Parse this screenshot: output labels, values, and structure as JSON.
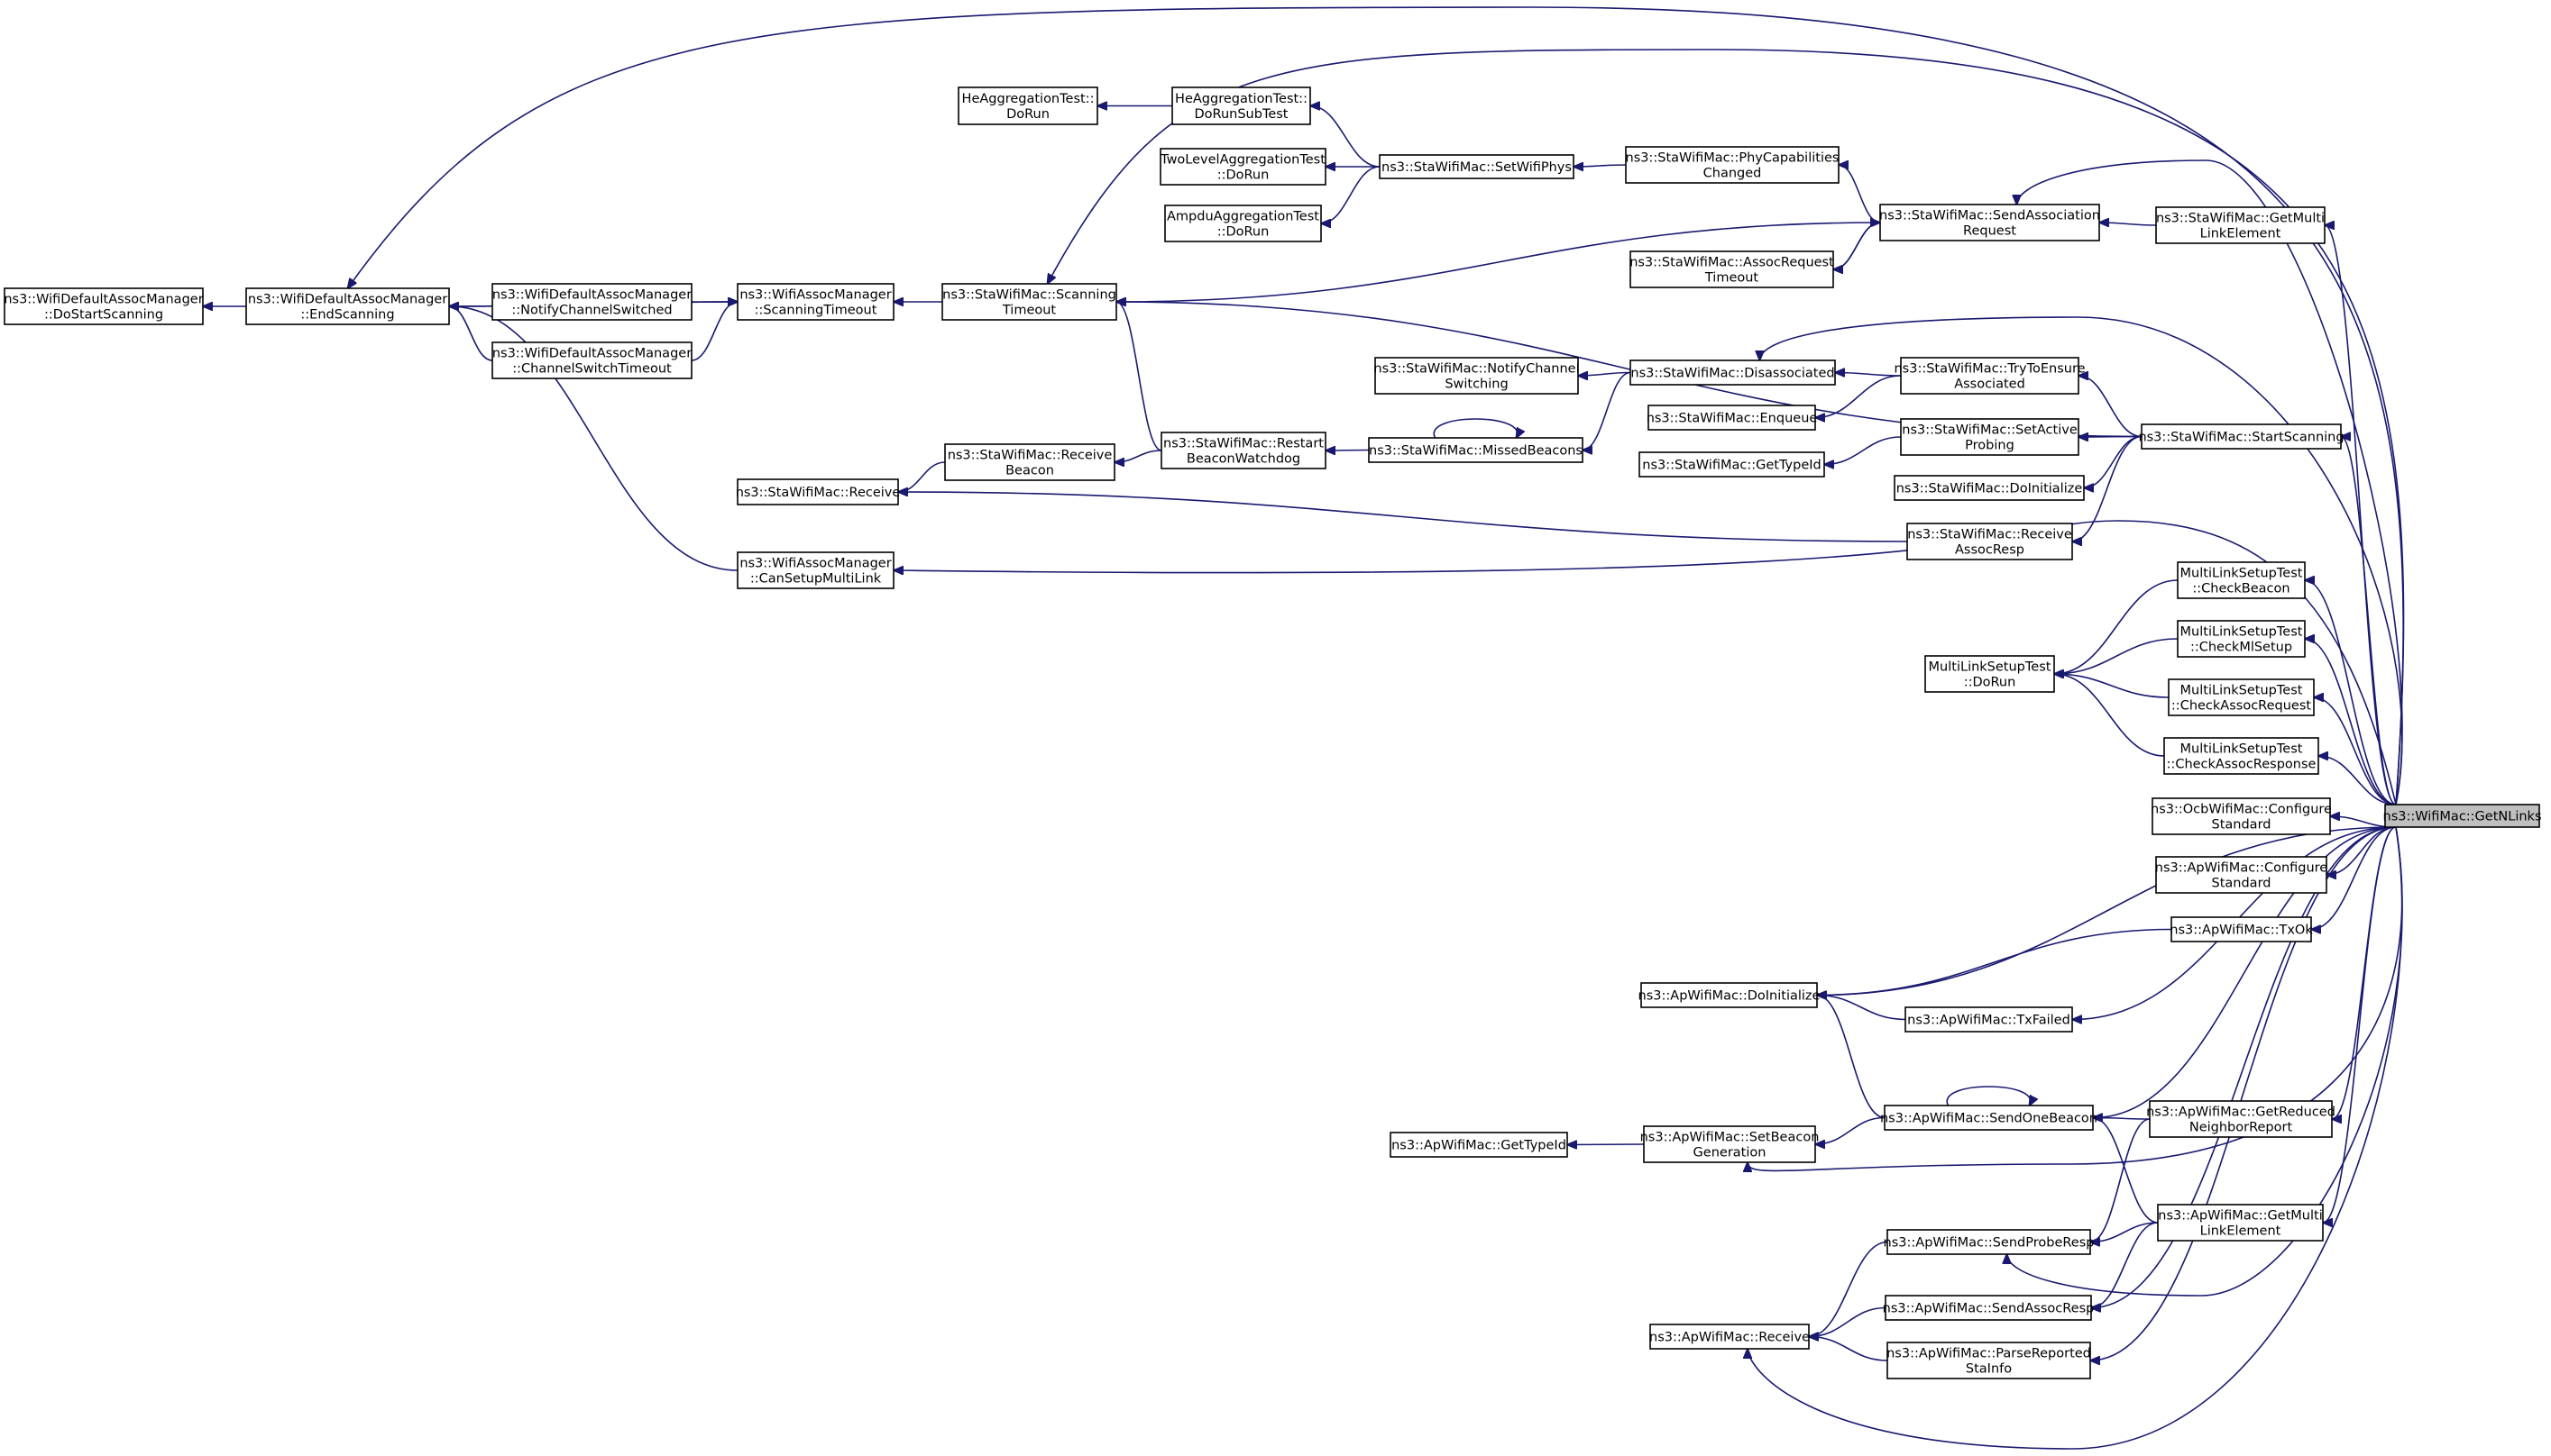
{
  "diagram": {
    "type": "doxygen-caller-graph",
    "edge_color": "#191970",
    "target_fill": "#bfbfbf",
    "nodes": [
      {
        "id": "getnlinks",
        "lines": [
          "ns3::WifiMac::GetNLinks"
        ],
        "target": true
      },
      {
        "id": "dostartscanning",
        "lines": [
          "ns3::WifiDefaultAssocManager",
          "::DoStartScanning"
        ]
      },
      {
        "id": "endscanning",
        "lines": [
          "ns3::WifiDefaultAssocManager",
          "::EndScanning"
        ]
      },
      {
        "id": "notifychannelswitched",
        "lines": [
          "ns3::WifiDefaultAssocManager",
          "::NotifyChannelSwitched"
        ]
      },
      {
        "id": "channelswitchtimeout",
        "lines": [
          "ns3::WifiDefaultAssocManager",
          "::ChannelSwitchTimeout"
        ]
      },
      {
        "id": "scanningtimeoutmgr",
        "lines": [
          "ns3::WifiAssocManager",
          "::ScanningTimeout"
        ]
      },
      {
        "id": "stareceive",
        "lines": [
          "ns3::StaWifiMac::Receive"
        ]
      },
      {
        "id": "cansetupmultilink",
        "lines": [
          "ns3::WifiAssocManager",
          "::CanSetupMultiLink"
        ]
      },
      {
        "id": "hedorun",
        "lines": [
          "HeAggregationTest::",
          "DoRun"
        ]
      },
      {
        "id": "hedorunsubtest",
        "lines": [
          "HeAggregationTest::",
          "DoRunSubTest"
        ]
      },
      {
        "id": "twoleveldorun",
        "lines": [
          "TwoLevelAggregationTest",
          "::DoRun"
        ]
      },
      {
        "id": "ampdudorun",
        "lines": [
          "AmpduAggregationTest",
          "::DoRun"
        ]
      },
      {
        "id": "stascanningtimeout",
        "lines": [
          "ns3::StaWifiMac::Scanning",
          "Timeout"
        ]
      },
      {
        "id": "receivebeacon",
        "lines": [
          "ns3::StaWifiMac::Receive",
          "Beacon"
        ]
      },
      {
        "id": "restartbeacon",
        "lines": [
          "ns3::StaWifiMac::Restart",
          "BeaconWatchdog"
        ]
      },
      {
        "id": "setwifiphys",
        "lines": [
          "ns3::StaWifiMac::SetWifiPhys"
        ]
      },
      {
        "id": "notifychannelswitching",
        "lines": [
          "ns3::StaWifiMac::NotifyChannel",
          "Switching"
        ]
      },
      {
        "id": "missedbeacons",
        "lines": [
          "ns3::StaWifiMac::MissedBeacons"
        ]
      },
      {
        "id": "phycap",
        "lines": [
          "ns3::StaWifiMac::PhyCapabilities",
          "Changed"
        ]
      },
      {
        "id": "assocreqtimeout",
        "lines": [
          "ns3::StaWifiMac::AssocRequest",
          "Timeout"
        ]
      },
      {
        "id": "disassociated",
        "lines": [
          "ns3::StaWifiMac::Disassociated"
        ]
      },
      {
        "id": "enqueue",
        "lines": [
          "ns3::StaWifiMac::Enqueue"
        ]
      },
      {
        "id": "stagettypeid",
        "lines": [
          "ns3::StaWifiMac::GetTypeId"
        ]
      },
      {
        "id": "sendassocreq",
        "lines": [
          "ns3::StaWifiMac::SendAssociation",
          "Request"
        ]
      },
      {
        "id": "trytoensure",
        "lines": [
          "ns3::StaWifiMac::TryToEnsure",
          "Associated"
        ]
      },
      {
        "id": "setactiveprobing",
        "lines": [
          "ns3::StaWifiMac::SetActive",
          "Probing"
        ]
      },
      {
        "id": "stadoinitialize",
        "lines": [
          "ns3::StaWifiMac::DoInitialize"
        ]
      },
      {
        "id": "receiveassocresp",
        "lines": [
          "ns3::StaWifiMac::Receive",
          "AssocResp"
        ]
      },
      {
        "id": "multilinkdorun",
        "lines": [
          "MultiLinkSetupTest",
          "::DoRun"
        ]
      },
      {
        "id": "stagetmultilink",
        "lines": [
          "ns3::StaWifiMac::GetMulti",
          "LinkElement"
        ]
      },
      {
        "id": "startscanning",
        "lines": [
          "ns3::StaWifiMac::StartScanning"
        ]
      },
      {
        "id": "checkbeacon",
        "lines": [
          "MultiLinkSetupTest",
          "::CheckBeacon"
        ]
      },
      {
        "id": "checkmlsetup",
        "lines": [
          "MultiLinkSetupTest",
          "::CheckMlSetup"
        ]
      },
      {
        "id": "checkassocreq",
        "lines": [
          "MultiLinkSetupTest",
          "::CheckAssocRequest"
        ]
      },
      {
        "id": "checkassocresp",
        "lines": [
          "MultiLinkSetupTest",
          "::CheckAssocResponse"
        ]
      },
      {
        "id": "ocbconfigure",
        "lines": [
          "ns3::OcbWifiMac::Configure",
          "Standard"
        ]
      },
      {
        "id": "apconfigure",
        "lines": [
          "ns3::ApWifiMac::Configure",
          "Standard"
        ]
      },
      {
        "id": "aptxok",
        "lines": [
          "ns3::ApWifiMac::TxOk"
        ]
      },
      {
        "id": "apdoinitialize",
        "lines": [
          "ns3::ApWifiMac::DoInitialize"
        ]
      },
      {
        "id": "aptxfailed",
        "lines": [
          "ns3::ApWifiMac::TxFailed"
        ]
      },
      {
        "id": "apgettypeid",
        "lines": [
          "ns3::ApWifiMac::GetTypeId"
        ]
      },
      {
        "id": "setbeacongen",
        "lines": [
          "ns3::ApWifiMac::SetBeacon",
          "Generation"
        ]
      },
      {
        "id": "sendonebeacon",
        "lines": [
          "ns3::ApWifiMac::SendOneBeacon"
        ]
      },
      {
        "id": "getreducedneighbor",
        "lines": [
          "ns3::ApWifiMac::GetReduced",
          "NeighborReport"
        ]
      },
      {
        "id": "apgetmultilink",
        "lines": [
          "ns3::ApWifiMac::GetMulti",
          "LinkElement"
        ]
      },
      {
        "id": "sendproberesp",
        "lines": [
          "ns3::ApWifiMac::SendProbeResp"
        ]
      },
      {
        "id": "sendassocresp",
        "lines": [
          "ns3::ApWifiMac::SendAssocResp"
        ]
      },
      {
        "id": "apreceive",
        "lines": [
          "ns3::ApWifiMac::Receive"
        ]
      },
      {
        "id": "parsereported",
        "lines": [
          "ns3::ApWifiMac::ParseReported",
          "StaInfo"
        ]
      }
    ],
    "edges": [
      [
        "endscanning",
        "dostartscanning"
      ],
      [
        "scanningtimeoutmgr",
        "endscanning"
      ],
      [
        "channelswitchtimeout",
        "endscanning"
      ],
      [
        "notifychannelswitched",
        "scanningtimeoutmgr"
      ],
      [
        "channelswitchtimeout",
        "scanningtimeoutmgr"
      ],
      [
        "endscanning",
        "scanningtimeoutmgr"
      ],
      [
        "stascanningtimeout",
        "scanningtimeoutmgr"
      ],
      [
        "cansetupmultilink",
        "endscanning"
      ],
      [
        "receivebeacon",
        "stareceive"
      ],
      [
        "restartbeacon",
        "receivebeacon"
      ],
      [
        "restartbeacon",
        "stascanningtimeout"
      ],
      [
        "missedbeacons",
        "restartbeacon"
      ],
      [
        "missedbeacons",
        "missedbeacons"
      ],
      [
        "hedorunsubtest",
        "hedorun"
      ],
      [
        "setwifiphys",
        "hedorunsubtest"
      ],
      [
        "setwifiphys",
        "twoleveldorun"
      ],
      [
        "setwifiphys",
        "ampdudorun"
      ],
      [
        "phycap",
        "setwifiphys"
      ],
      [
        "sendassocreq",
        "phycap"
      ],
      [
        "sendassocreq",
        "assocreqtimeout"
      ],
      [
        "assocreqtimeout",
        "sendassocreq"
      ],
      [
        "sendassocreq",
        "stascanningtimeout"
      ],
      [
        "disassociated",
        "notifychannelswitching"
      ],
      [
        "disassociated",
        "missedbeacons"
      ],
      [
        "trytoensure",
        "disassociated"
      ],
      [
        "trytoensure",
        "enqueue"
      ],
      [
        "setactiveprobing",
        "stagettypeid"
      ],
      [
        "receiveassocresp",
        "stareceive"
      ],
      [
        "stagetmultilink",
        "sendassocreq"
      ],
      [
        "startscanning",
        "trytoensure"
      ],
      [
        "startscanning",
        "setactiveprobing"
      ],
      [
        "startscanning",
        "stadoinitialize"
      ],
      [
        "startscanning",
        "receiveassocresp"
      ],
      [
        "startscanning",
        "stascanningtimeout"
      ],
      [
        "checkbeacon",
        "multilinkdorun"
      ],
      [
        "checkmlsetup",
        "multilinkdorun"
      ],
      [
        "checkassocreq",
        "multilinkdorun"
      ],
      [
        "checkassocresp",
        "multilinkdorun"
      ],
      [
        "getnlinks",
        "endscanning"
      ],
      [
        "getnlinks",
        "stascanningtimeout"
      ],
      [
        "getnlinks",
        "sendassocreq"
      ],
      [
        "getnlinks",
        "stagetmultilink"
      ],
      [
        "getnlinks",
        "disassociated"
      ],
      [
        "getnlinks",
        "startscanning"
      ],
      [
        "getnlinks",
        "cansetupmultilink"
      ],
      [
        "getnlinks",
        "checkbeacon"
      ],
      [
        "getnlinks",
        "checkmlsetup"
      ],
      [
        "getnlinks",
        "checkassocreq"
      ],
      [
        "getnlinks",
        "checkassocresp"
      ],
      [
        "getnlinks",
        "ocbconfigure"
      ],
      [
        "getnlinks",
        "apconfigure"
      ],
      [
        "getnlinks",
        "aptxok"
      ],
      [
        "getnlinks",
        "apdoinitialize"
      ],
      [
        "getnlinks",
        "aptxfailed"
      ],
      [
        "getnlinks",
        "sendonebeacon"
      ],
      [
        "getnlinks",
        "setbeacongen"
      ],
      [
        "getnlinks",
        "getreducedneighbor"
      ],
      [
        "getnlinks",
        "apgetmultilink"
      ],
      [
        "getnlinks",
        "sendproberesp"
      ],
      [
        "getnlinks",
        "sendassocresp"
      ],
      [
        "getnlinks",
        "parsereported"
      ],
      [
        "getnlinks",
        "apreceive"
      ],
      [
        "aptxok",
        "apdoinitialize"
      ],
      [
        "aptxfailed",
        "apdoinitialize"
      ],
      [
        "sendonebeacon",
        "apdoinitialize"
      ],
      [
        "sendonebeacon",
        "setbeacongen"
      ],
      [
        "sendonebeacon",
        "sendonebeacon"
      ],
      [
        "setbeacongen",
        "apgettypeid"
      ],
      [
        "getreducedneighbor",
        "sendonebeacon"
      ],
      [
        "getreducedneighbor",
        "sendproberesp"
      ],
      [
        "apgetmultilink",
        "sendonebeacon"
      ],
      [
        "apgetmultilink",
        "sendproberesp"
      ],
      [
        "apgetmultilink",
        "sendassocresp"
      ],
      [
        "sendproberesp",
        "apreceive"
      ],
      [
        "sendassocresp",
        "apreceive"
      ],
      [
        "parsereported",
        "apreceive"
      ]
    ]
  }
}
